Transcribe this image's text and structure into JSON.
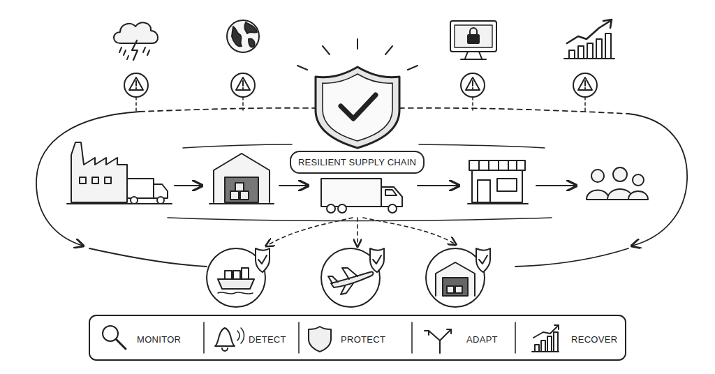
{
  "diagram": {
    "nodes": [
      {
        "text": [
          "RESILIENT SUPPLY CHAIN"
        ]
      },
      {
        "text": [
          "MONITOR"
        ]
      },
      {
        "text": [
          "DETECT"
        ]
      },
      {
        "text": [
          "PROTECT"
        ]
      },
      {
        "text": [
          "ADAPT"
        ]
      },
      {
        "text": [
          "RECOVER"
        ]
      }
    ]
  }
}
